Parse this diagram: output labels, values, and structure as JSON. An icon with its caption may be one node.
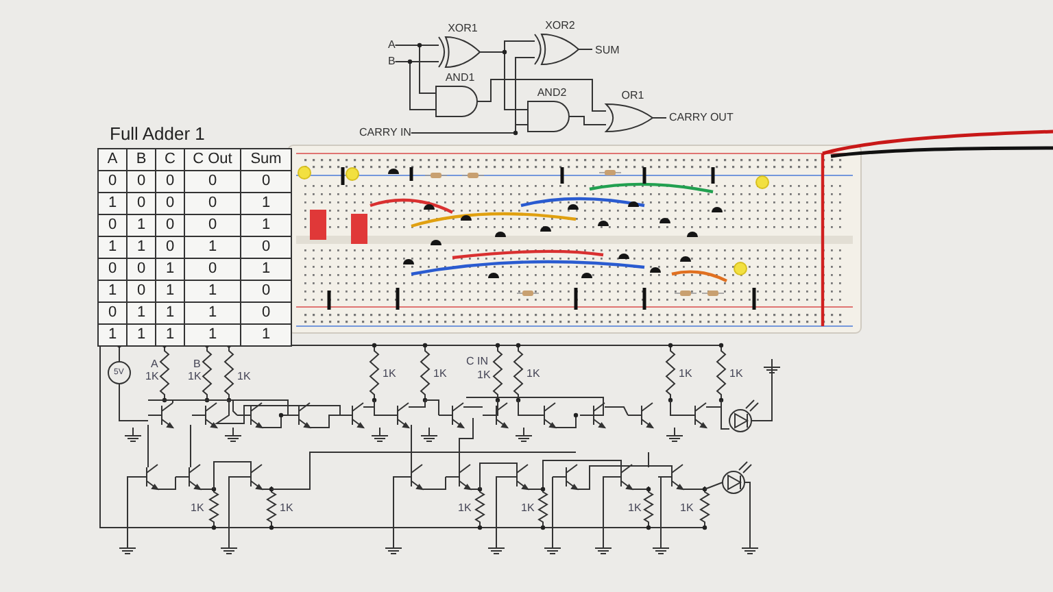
{
  "diagram": {
    "nodes": [
      {
        "text": [
          "A"
        ]
      },
      {
        "text": [
          "B"
        ]
      },
      {
        "text": [
          "XOR1"
        ]
      },
      {
        "text": [
          "XOR2"
        ]
      },
      {
        "text": [
          "SUM"
        ]
      },
      {
        "text": [
          "AND1"
        ]
      },
      {
        "text": [
          "AND2"
        ]
      },
      {
        "text": [
          "OR1"
        ]
      },
      {
        "text": [
          "CARRY IN"
        ]
      },
      {
        "text": [
          "CARRY OUT"
        ]
      }
    ],
    "edges": [
      {
        "from": 0,
        "to": 2,
        "arrow": "none"
      },
      {
        "from": 0,
        "to": 5,
        "arrow": "none"
      },
      {
        "from": 1,
        "to": 2,
        "arrow": "none"
      },
      {
        "from": 1,
        "to": 5,
        "arrow": "none"
      },
      {
        "from": 2,
        "to": 3,
        "arrow": "none"
      },
      {
        "from": 2,
        "to": 6,
        "arrow": "none"
      },
      {
        "from": 8,
        "to": 3,
        "arrow": "none"
      },
      {
        "from": 8,
        "to": 6,
        "arrow": "none"
      },
      {
        "from": 3,
        "to": 4,
        "arrow": "none"
      },
      {
        "from": 5,
        "to": 7,
        "arrow": "none"
      },
      {
        "from": 6,
        "to": 7,
        "arrow": "none"
      },
      {
        "from": 7,
        "to": 9,
        "arrow": "none"
      }
    ],
    "labels": [
      "Full Adder 1",
      "A",
      "B",
      "C",
      "C Out",
      "Sum",
      "0",
      "0",
      "0",
      "0",
      "0",
      "1",
      "0",
      "0",
      "0",
      "1",
      "0",
      "1",
      "0",
      "0",
      "1",
      "1",
      "1",
      "0",
      "1",
      "0",
      "0",
      "0",
      "1",
      "0",
      "1",
      "1",
      "0",
      "1",
      "1",
      "0",
      "0",
      "1",
      "1",
      "1",
      "0",
      "1",
      "1",
      "1",
      "1",
      "1",
      "5V",
      "A",
      "1K",
      "B",
      "1K",
      "1K",
      "1K",
      "1K",
      "C IN",
      "1K",
      "1K",
      "1K",
      "1K",
      "1K",
      "1K",
      "1K",
      "1K",
      "1K",
      "1K"
    ]
  }
}
